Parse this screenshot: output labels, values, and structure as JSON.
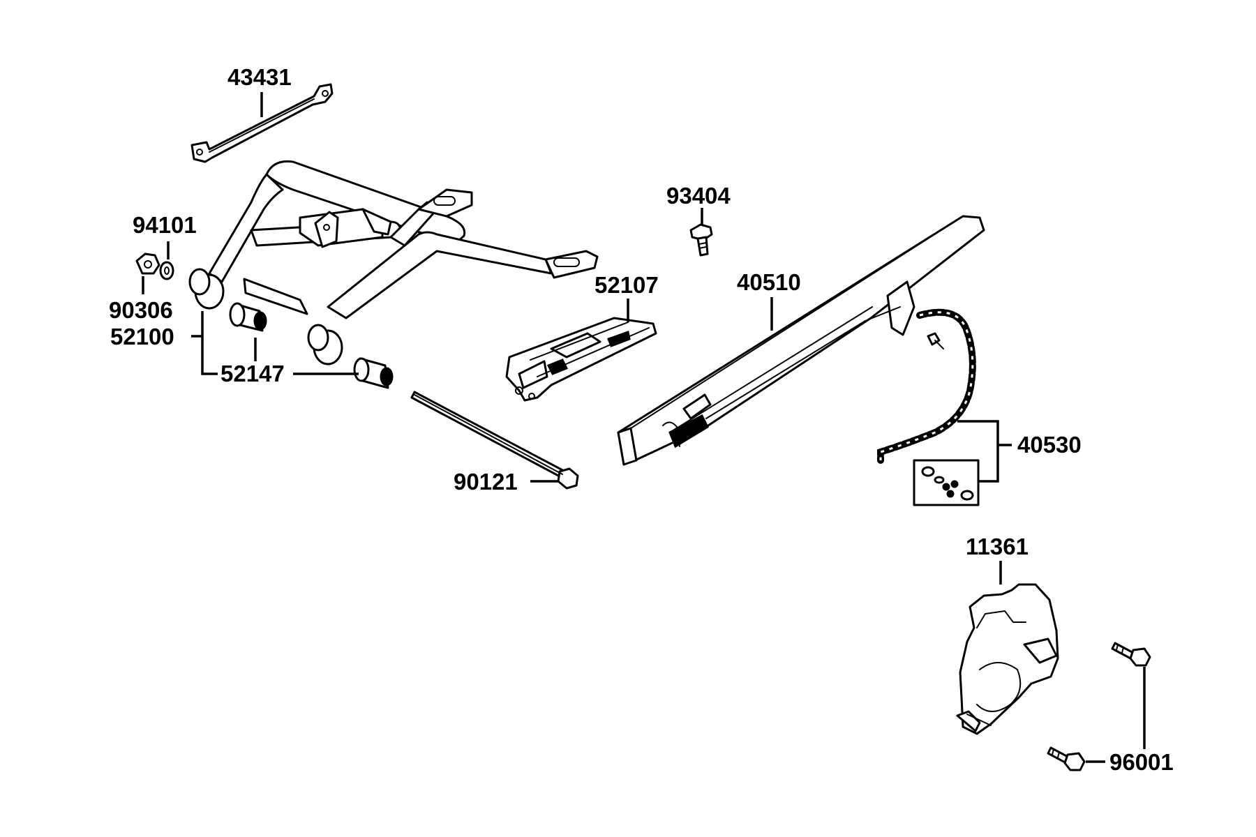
{
  "callouts": {
    "p43431": "43431",
    "p94101": "94101",
    "p90306": "90306",
    "p52100": "52100",
    "p52147": "52147",
    "p93404": "93404",
    "p52107": "52107",
    "p40510": "40510",
    "p40530": "40530",
    "p90121": "90121",
    "p11361": "11361",
    "p96001": "96001"
  }
}
